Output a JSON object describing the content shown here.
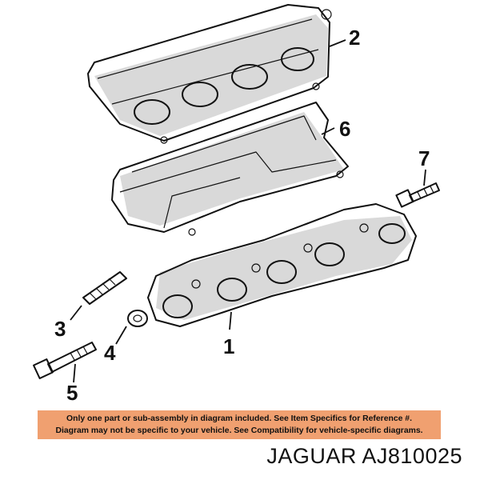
{
  "callouts": {
    "c1": "1",
    "c2": "2",
    "c3": "3",
    "c4": "4",
    "c5": "5",
    "c6": "6",
    "c7": "7"
  },
  "notice": {
    "line1": "Only one part or sub-assembly in diagram included. See Item Specifics for Reference #.",
    "line2": "Diagram may not be specific to your vehicle. See Compatibility for vehicle-specific diagrams.",
    "background_color": "#f0a070"
  },
  "caption": "JAGUAR AJ810025"
}
